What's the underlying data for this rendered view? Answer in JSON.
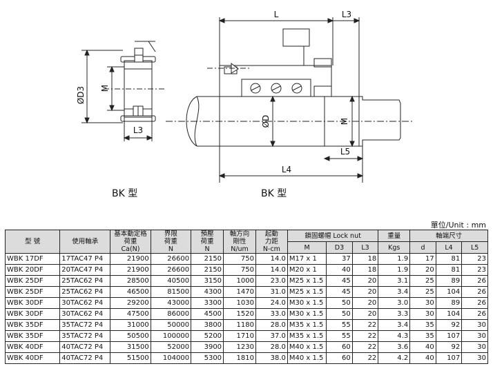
{
  "drawing": {
    "left_view": {
      "dim_diameter": "ØD3",
      "dim_thread": "M",
      "dim_length": "L3"
    },
    "right_view": {
      "dim_length": "L",
      "dim_lock_length": "L3",
      "dim_diameter": "ØD",
      "dim_thread": "M",
      "dim_l5": "L5",
      "dim_l4": "L4"
    },
    "caption_left": "BK 型",
    "caption_right": "BK 型"
  },
  "unit_note": "單位/Unit : mm",
  "table": {
    "headers": {
      "model": "型 號",
      "bearing": "使用軸承",
      "load_rating": [
        "基本動定格",
        "荷重",
        "Ca(N)"
      ],
      "limit_load": [
        "界限",
        "荷重",
        "N"
      ],
      "preload": [
        "預壓",
        "荷重",
        "N"
      ],
      "axial_rigidity": [
        "軸方向",
        "剛性",
        "N/um"
      ],
      "start_torque": [
        "起動",
        "力距",
        "N-cm"
      ],
      "lock_nut": "鎖固螺帽 Lock nut",
      "weight": "重量",
      "shaft_dims": "軸端尺寸",
      "sub_m": "M",
      "sub_d3": "D3",
      "sub_l3": "L3",
      "sub_kgs": "Kgs",
      "sub_d": "d",
      "sub_l4": "L4",
      "sub_l5": "L5"
    },
    "rows": [
      [
        "WBK 17DF",
        "17TAC47 P4",
        "21900",
        "26600",
        "2150",
        "750",
        "14.0",
        "M17 x 1",
        "37",
        "18",
        "1.9",
        "17",
        "81",
        "23"
      ],
      [
        "WBK 20DF",
        "20TAC47 P4",
        "21900",
        "26600",
        "2150",
        "750",
        "14.0",
        "M20 x 1",
        "40",
        "18",
        "1.9",
        "20",
        "81",
        "23"
      ],
      [
        "WBK 25DF",
        "25TAC62 P4",
        "28500",
        "40500",
        "3150",
        "1000",
        "23.0",
        "M25 x 1.5",
        "45",
        "20",
        "3.1",
        "25",
        "89",
        "26"
      ],
      [
        "WBK 25DF",
        "25TAC62 P4",
        "46500",
        "81500",
        "4300",
        "1470",
        "31.0",
        "M25 x 1.5",
        "45",
        "20",
        "3.4",
        "25",
        "104",
        "26"
      ],
      [
        "WBK 30DF",
        "30TAC62 P4",
        "29200",
        "43000",
        "3300",
        "1030",
        "24.0",
        "M30 x 1.5",
        "50",
        "20",
        "3.0",
        "30",
        "89",
        "26"
      ],
      [
        "WBK 30DF",
        "30TAC62 P4",
        "47500",
        "86000",
        "4500",
        "1520",
        "33.0",
        "M30 x 1.5",
        "50",
        "20",
        "3.3",
        "30",
        "104",
        "26"
      ],
      [
        "WBK 35DF",
        "35TAC72 P4",
        "31000",
        "50000",
        "3800",
        "1180",
        "28.0",
        "M35 x 1.5",
        "55",
        "22",
        "3.4",
        "35",
        "92",
        "30"
      ],
      [
        "WBK 35DF",
        "35TAC72 P4",
        "50500",
        "100000",
        "5200",
        "1710",
        "37.0",
        "M35 x 1.5",
        "55",
        "22",
        "4.3",
        "35",
        "107",
        "30"
      ],
      [
        "WBK 40DF",
        "40TAC72 P4",
        "31500",
        "52000",
        "3900",
        "1230",
        "28.0",
        "M40 x 1.5",
        "60",
        "22",
        "3.6",
        "40",
        "92",
        "30"
      ],
      [
        "WBK 40DF",
        "40TAC72 P4",
        "51500",
        "104000",
        "5300",
        "1810",
        "38.0",
        "M40 x 1.5",
        "60",
        "22",
        "4.2",
        "40",
        "107",
        "30"
      ]
    ]
  }
}
